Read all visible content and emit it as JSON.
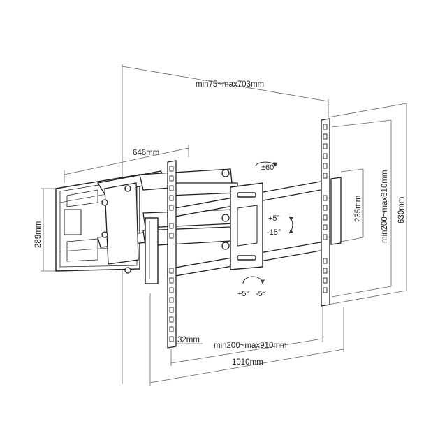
{
  "labels": {
    "depth_range": "min75~max703mm",
    "arm_length": "646mm",
    "wall_plate_height": "289mm",
    "swivel": "±60°",
    "tilt_up": "+5°",
    "tilt_down": "-15°",
    "level_pos": "+5°",
    "level_neg": "-5°",
    "vesa_vertical": "min200~max610mm",
    "overall_height": "630mm",
    "slot_height": "235mm",
    "arm_width": "32mm",
    "vesa_horizontal": "min200~max910mm",
    "overall_width": "1010mm"
  }
}
